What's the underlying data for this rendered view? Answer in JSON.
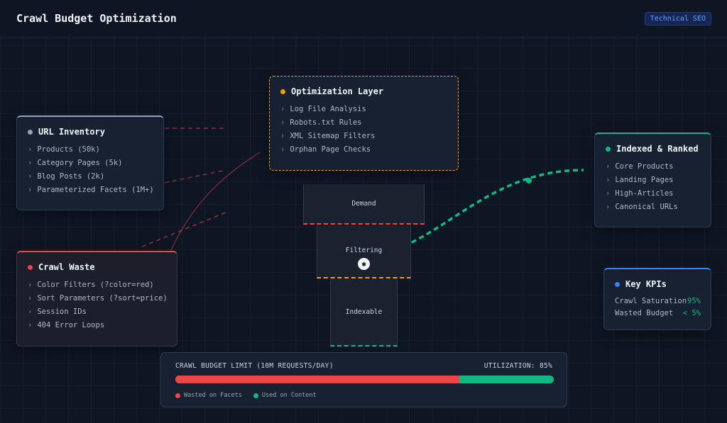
{
  "header": {
    "title": "Crawl Budget Optimization",
    "badge": "Technical SEO"
  },
  "cards": {
    "inventory": {
      "title": "URL Inventory",
      "dot_color": "#94a3b8",
      "items": [
        "Products (50k)",
        "Category Pages (5k)",
        "Blog Posts (2k)",
        "Parameterized Facets (1M+)"
      ]
    },
    "waste": {
      "title": "Crawl Waste",
      "dot_color": "#ef4444",
      "items": [
        "Color Filters (?color=red)",
        "Sort Parameters (?sort=price)",
        "Session IDs",
        "404 Error Loops"
      ]
    },
    "optimization": {
      "title": "Optimization Layer",
      "dot_color": "#f59e0b",
      "items": [
        "Log File Analysis",
        "Robots.txt Rules",
        "XML Sitemap Filters",
        "Orphan Page Checks"
      ]
    },
    "indexed": {
      "title": "Indexed & Ranked",
      "dot_color": "#10b981",
      "items": [
        "Core Products",
        "Landing Pages",
        "High-Articles",
        "Canonical URLs"
      ]
    },
    "kpis": {
      "title": "Key KPIs",
      "dot_color": "#3b82f6",
      "rows": [
        {
          "label": "Crawl Saturation",
          "value": "95%"
        },
        {
          "label": "Wasted Budget",
          "value": "< 5%"
        }
      ]
    }
  },
  "funnel": {
    "stages": [
      "Demand",
      "Filtering",
      "Indexable"
    ],
    "crawler_icon": "spider-icon"
  },
  "budget": {
    "label": "CRAWL BUDGET LIMIT (10M REQUESTS/DAY)",
    "utilization": "UTILIZATION: 85%",
    "wasted_fraction": 0.75,
    "legend": [
      "Wasted on Facets",
      "Used on Content"
    ],
    "colors": {
      "wasted": "#ef4444",
      "content": "#10b981"
    }
  }
}
